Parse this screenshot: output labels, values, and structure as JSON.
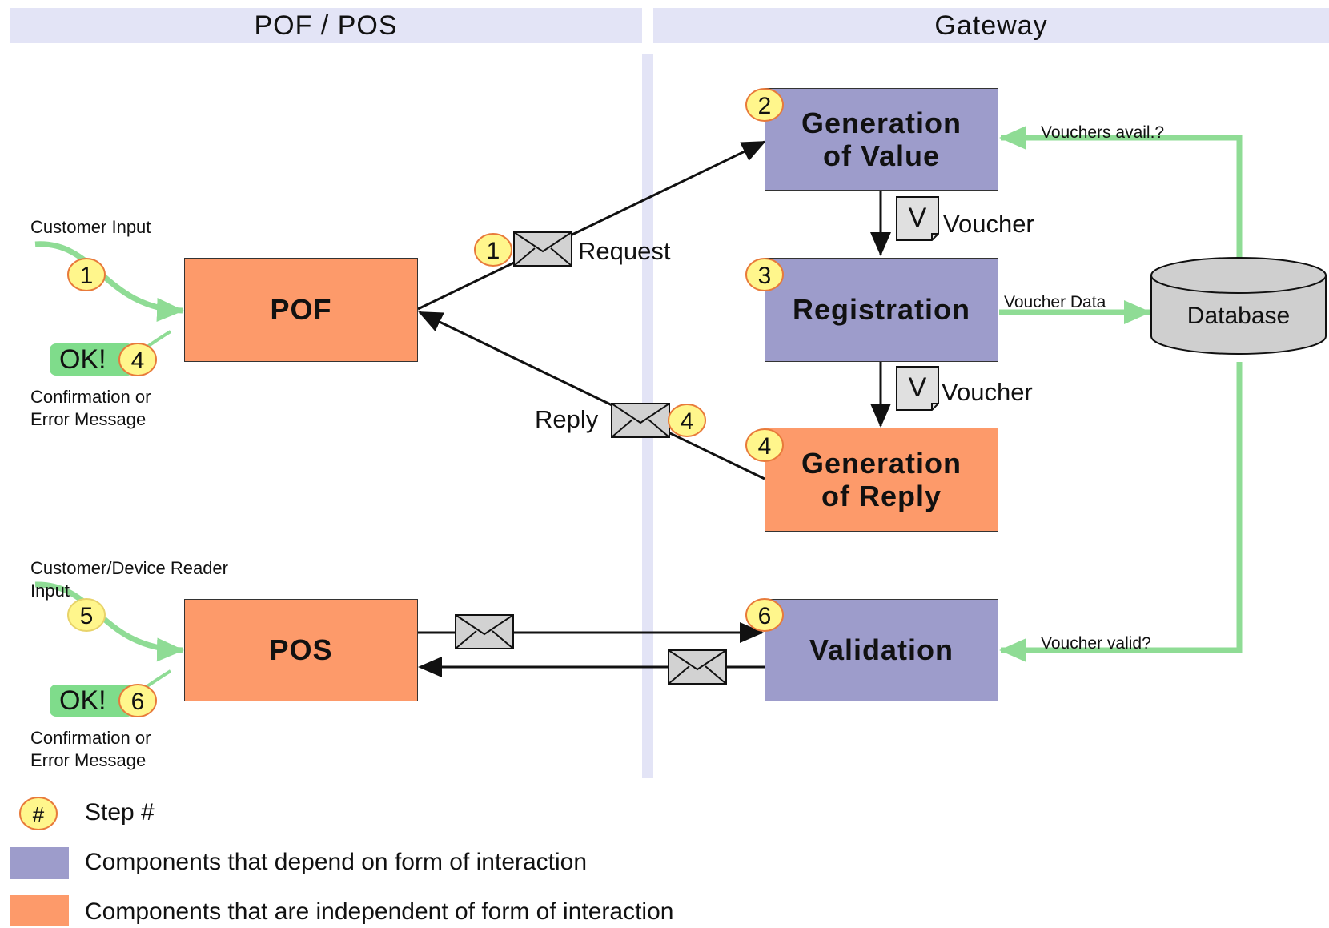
{
  "headers": {
    "left": "POF / POS",
    "right": "Gateway"
  },
  "components": {
    "pof": "POF",
    "pos": "POS",
    "gen_value": "Generation\nof Value",
    "registration": "Registration",
    "gen_reply": "Generation\nof Reply",
    "validation": "Validation",
    "database": "Database"
  },
  "labels": {
    "customer_input": "Customer Input",
    "confirm_1": "Confirmation or\nError Message",
    "device_input": "Customer/Device Reader\nInput",
    "confirm_2": "Confirmation or\nError Message",
    "request": "Request",
    "reply": "Reply",
    "voucher_1": "Voucher",
    "voucher_2": "Voucher",
    "voucher_letter": "V",
    "vouchers_avail": "Vouchers avail.?",
    "voucher_data": "Voucher Data",
    "voucher_valid": "Voucher valid?",
    "ok_1": "OK!",
    "ok_2": "OK!"
  },
  "steps": {
    "customer_input": "1",
    "request": "1",
    "gen_value": "2",
    "registration": "3",
    "gen_reply": "4",
    "reply": "4",
    "ok_1": "4",
    "device_input": "5",
    "validation": "6",
    "ok_2": "6",
    "legend": "#"
  },
  "legend": {
    "step": "Step #",
    "dependent": "Components that depend on form of interaction",
    "independent": "Components that are independent of form of interaction"
  },
  "colors": {
    "dependent": "#9d9ccb",
    "independent": "#fd9a6a",
    "green_arrow": "#8fdc95",
    "header": "#e3e4f6",
    "step_circle": "#fff68c"
  }
}
